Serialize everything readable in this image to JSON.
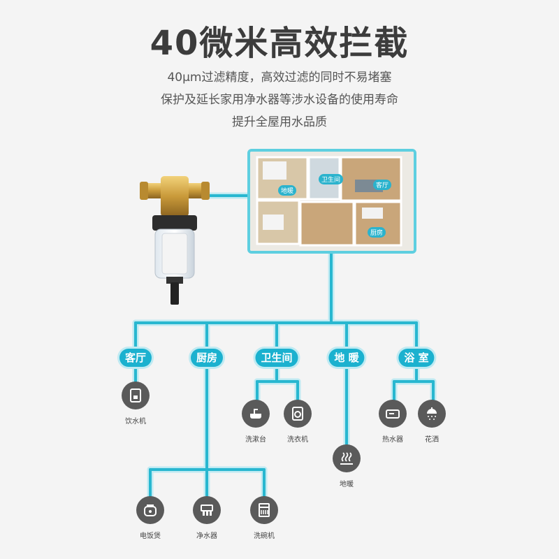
{
  "heading": {
    "title": "40微米高效拦截",
    "line1": "40μm过滤精度，高效过滤的同时不易堵塞",
    "line2": "保护及延长家用净水器等涉水设备的使用寿命",
    "line3": "提升全屋用水品质"
  },
  "floorplan": {
    "tag_heating": "地暖",
    "tag_bathroom": "卫生间",
    "tag_living": "客厅",
    "tag_kitchen": "厨房"
  },
  "categories": {
    "living": "客厅",
    "kitchen": "厨房",
    "bathroom": "卫生间",
    "heating": "地 暖",
    "shower_room": "浴 室"
  },
  "appliances": {
    "dispenser": "饮水机",
    "basin": "洗漱台",
    "washer": "洗衣机",
    "floor_heat": "地暖",
    "heater": "热水器",
    "shower": "花洒",
    "rice_cooker": "电饭煲",
    "purifier": "净水器",
    "dishwasher": "洗碗机"
  },
  "colors": {
    "pipe": "#28b7d0",
    "pipe_light": "#bfeaf2",
    "label_bg": "#1bb1cf",
    "icon_bg": "#5a5a5a"
  }
}
